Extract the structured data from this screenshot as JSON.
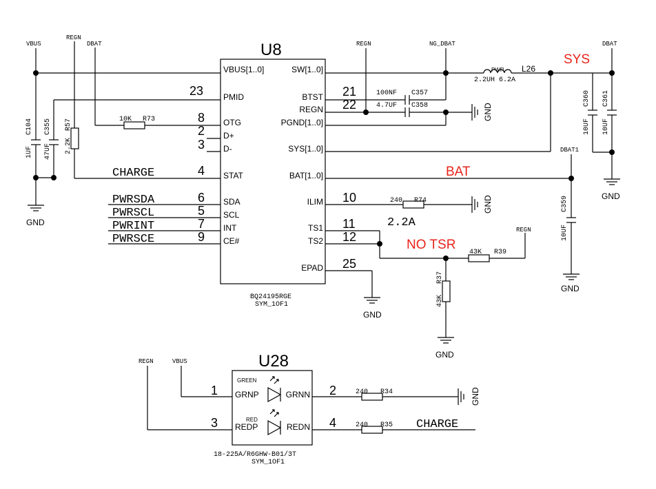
{
  "u8": {
    "ref": "U8",
    "part": "BQ24195RGE",
    "sym": "SYM_1OF1",
    "left_pins": [
      {
        "name": "VBUS[1..0]",
        "num": ""
      },
      {
        "name": "PMID",
        "num": "23"
      },
      {
        "name": "OTG",
        "num": "8"
      },
      {
        "name": "D+",
        "num": "2"
      },
      {
        "name": "D-",
        "num": "3"
      },
      {
        "name": "STAT",
        "num": "4"
      },
      {
        "name": "SDA",
        "num": "6"
      },
      {
        "name": "SCL",
        "num": "5"
      },
      {
        "name": "INT",
        "num": "7"
      },
      {
        "name": "CE#",
        "num": "9"
      }
    ],
    "right_pins": [
      {
        "name": "SW[1..0]",
        "num": ""
      },
      {
        "name": "BTST",
        "num": "21"
      },
      {
        "name": "REGN",
        "num": "22"
      },
      {
        "name": "PGND[1..0]",
        "num": ""
      },
      {
        "name": "SYS[1..0]",
        "num": ""
      },
      {
        "name": "BAT[1..0]",
        "num": ""
      },
      {
        "name": "ILIM",
        "num": "10"
      },
      {
        "name": "TS1",
        "num": "11"
      },
      {
        "name": "TS2",
        "num": "12"
      },
      {
        "name": "EPAD",
        "num": "25"
      }
    ]
  },
  "u28": {
    "ref": "U28",
    "part": "18-225A/R6GHW-B01/3T",
    "sym": "SYM_1OF1",
    "led_green": "GREEN",
    "led_red": "RED",
    "pins": [
      {
        "name": "GRNP",
        "num": "1"
      },
      {
        "name": "GRNN",
        "num": "2"
      },
      {
        "name": "REDP",
        "num": "3"
      },
      {
        "name": "REDN",
        "num": "4"
      }
    ]
  },
  "nets": {
    "vbus": "VBUS",
    "regn": "REGN",
    "dbat": "DBAT",
    "ng_dbat": "NG_DBAT",
    "dbat1": "DBAT1",
    "gnd": "GND",
    "charge": "CHARGE",
    "pwrsda": "PWRSDA",
    "pwrscl": "PWRSCL",
    "pwrint": "PWRINT",
    "pwrsce": "PWRSCE"
  },
  "components": {
    "c104": {
      "ref": "C104",
      "value": "1UF"
    },
    "c355": {
      "ref": "C355",
      "value": "47UF"
    },
    "r57": {
      "ref": "R57",
      "value": "2.2K"
    },
    "r73": {
      "ref": "R73",
      "value": "10K"
    },
    "c357": {
      "ref": "C357",
      "value": "100NF"
    },
    "c358": {
      "ref": "C358",
      "value": "4.7UF"
    },
    "l26": {
      "ref": "L26",
      "value": "2.2UH 6.2A",
      "tag": "PWR"
    },
    "c360": {
      "ref": "C360",
      "value": "10UF"
    },
    "c361": {
      "ref": "C361",
      "value": "10UF"
    },
    "c359": {
      "ref": "C359",
      "value": "10UF"
    },
    "r74": {
      "ref": "R74",
      "value": "240"
    },
    "r39": {
      "ref": "R39",
      "value": "43K"
    },
    "r37": {
      "ref": "R37",
      "value": "43K"
    },
    "r34": {
      "ref": "R34",
      "value": "240"
    },
    "r35": {
      "ref": "R35",
      "value": "240"
    }
  },
  "annotations": {
    "sys": "SYS",
    "bat": "BAT",
    "no_tsr": "NO TSR",
    "ilim_value": "2.2A",
    "color": "#e8231b"
  }
}
